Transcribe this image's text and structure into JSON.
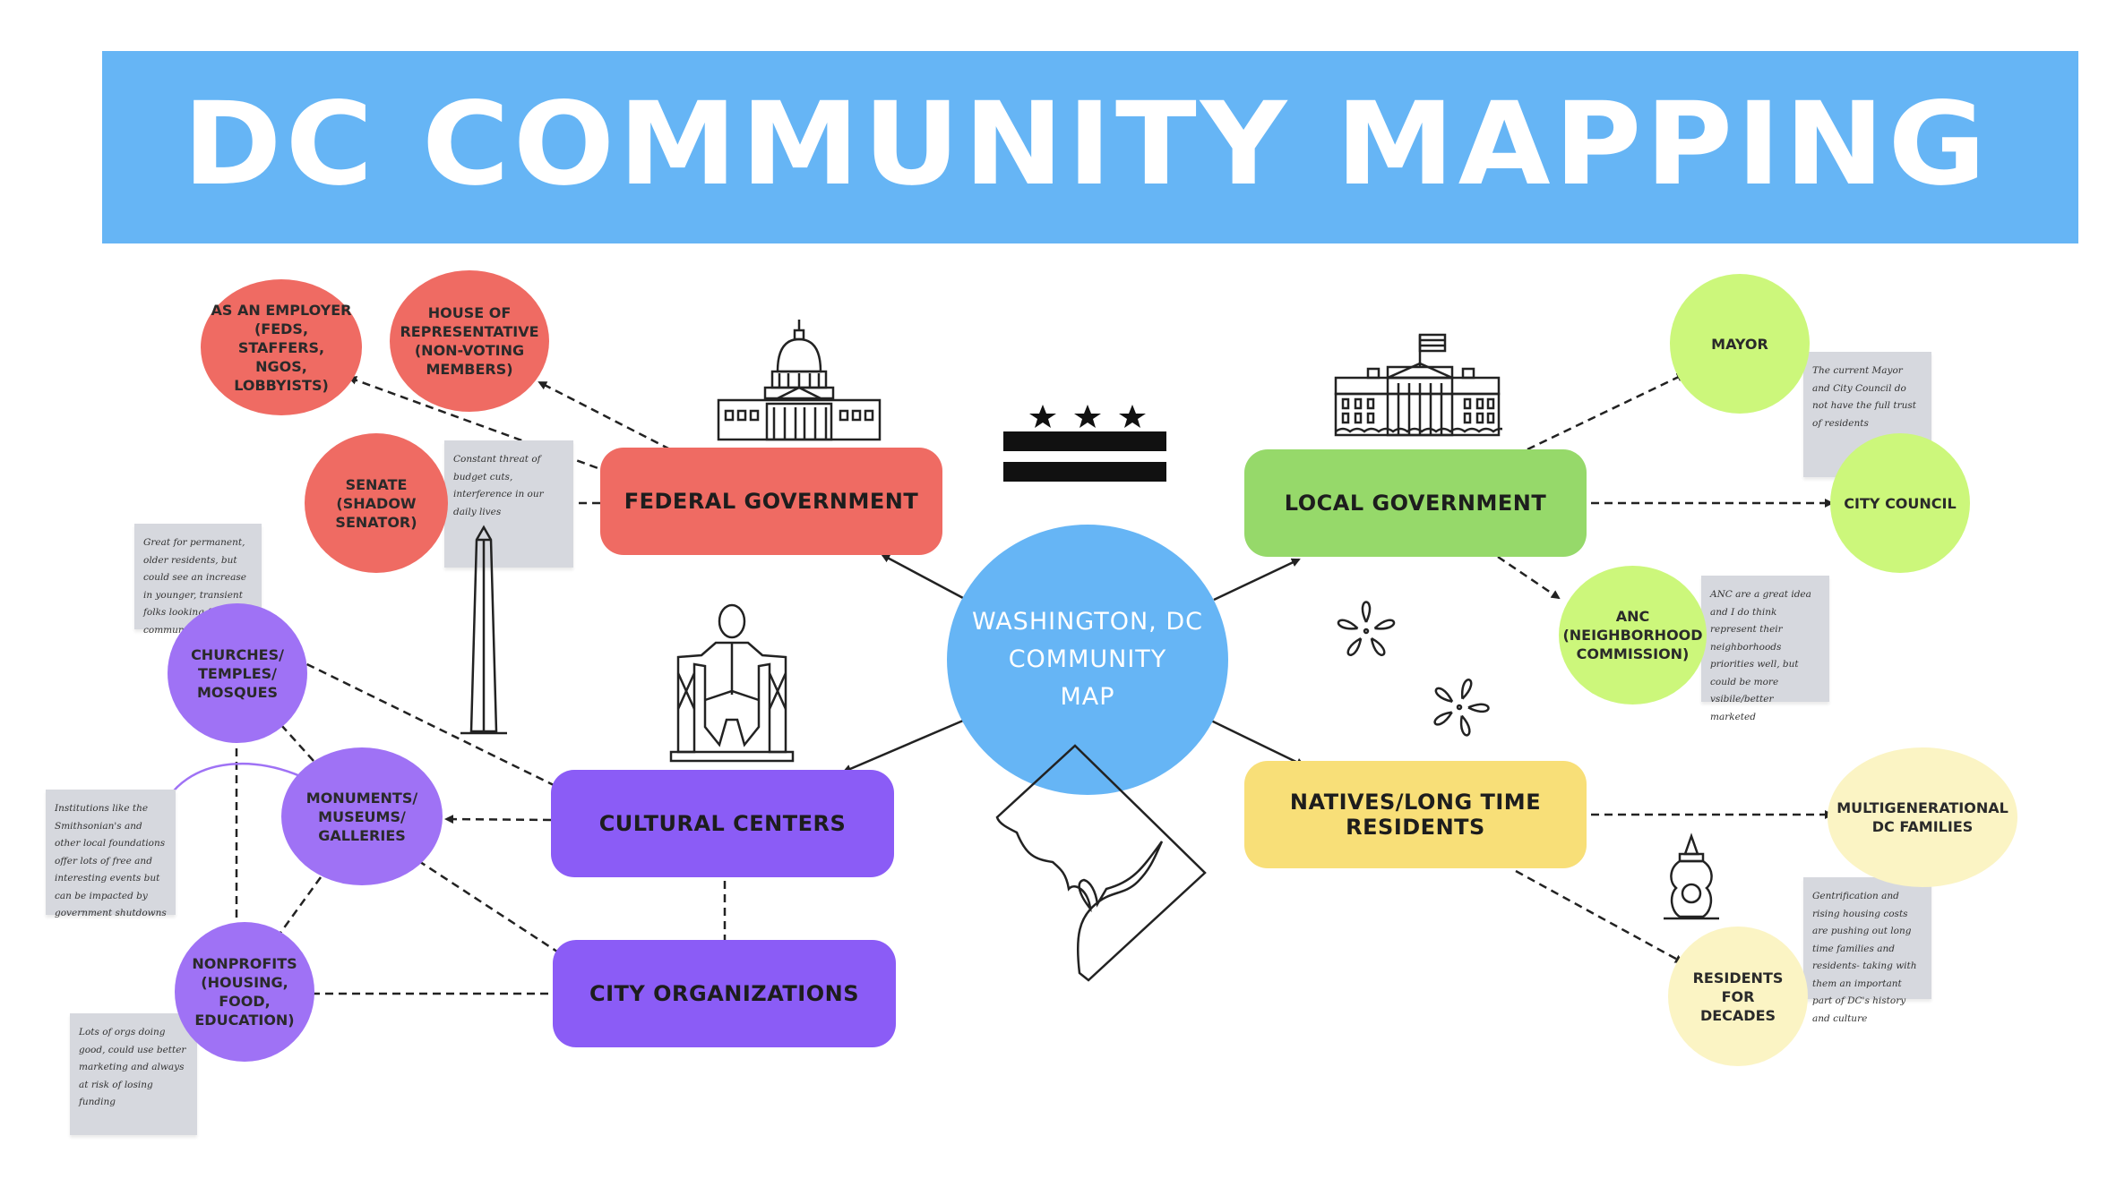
{
  "banner": {
    "title": "DC COMMUNITY MAPPING",
    "color": "#66b5f5"
  },
  "center": {
    "label": "WASHINGTON, DC\nCOMMUNITY\nMAP",
    "color": "#66b5f5"
  },
  "categories": {
    "federal": {
      "label": "FEDERAL GOVERNMENT",
      "color": "#ef6b63"
    },
    "local": {
      "label": "LOCAL GOVERNMENT",
      "color": "#96d96a"
    },
    "cultural": {
      "label": "CULTURAL CENTERS",
      "color": "#8b5cf6"
    },
    "city_orgs": {
      "label": "CITY ORGANIZATIONS",
      "color": "#8b5cf6"
    },
    "natives": {
      "label": "NATIVES/LONG TIME RESIDENTS",
      "color": "#f8df78"
    }
  },
  "bubbles": {
    "employer": "AS AN EMPLOYER\n(FEDS, STAFFERS,\nNGOS,\nLOBBYISTS)",
    "house": "HOUSE OF\nREPRESENTATIVE\n(NON-VOTING\nMEMBERS)",
    "senate": "SENATE\n(SHADOW\nSENATOR)",
    "mayor": "MAYOR",
    "city_council": "CITY COUNCIL",
    "anc": "ANC\n(NEIGHBORHOOD\nCOMMISSION)",
    "churches": "CHURCHES/\nTEMPLES/\nMOSQUES",
    "monuments": "MONUMENTS/\nMUSEUMS/\nGALLERIES",
    "nonprofits": "NONPROFITS\n(HOUSING,\nFOOD,\nEDUCATION)",
    "multigenerational": "MULTIGENERATIONAL\nDC FAMILIES",
    "residents_decades": "RESIDENTS FOR\nDECADES"
  },
  "bubble_colors": {
    "federal": "#ef6b63",
    "local": "#ccf77b",
    "cultural": "#9f72f5",
    "natives": "#fbf4c4"
  },
  "notes": {
    "federal": "Constant threat of budget cuts, interference in our daily lives",
    "churches": "Great for permanent, older residents, but could see an increase in younger, transient folks looking for community",
    "monuments": "Institutions like the Smithsonian's and other local foundations offer lots of free and interesting events but can be impacted by government shutdowns",
    "nonprofits": "Lots of orgs doing good, could use better marketing and always at risk of losing funding",
    "mayor_council": "The current Mayor and City Council do not have the full trust of residents",
    "anc": "ANC are a great idea and I do think represent their neighborhoods priorities well, but could be more vsibile/better marketed",
    "gentrification": "Gentrification and rising housing costs are pushing out long time families and residents- taking with them an important part of DC's history and culture"
  },
  "icons": [
    "capitol-building-icon",
    "washington-monument-icon",
    "dc-flag-icon",
    "white-house-icon",
    "lincoln-memorial-icon",
    "cherry-blossom-icon",
    "dc-map-outline-icon",
    "mumbo-sauce-bottle-icon"
  ]
}
